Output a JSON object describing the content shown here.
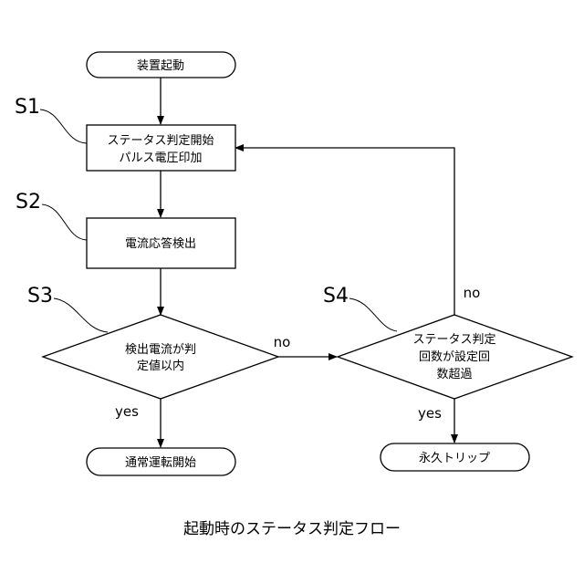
{
  "nodes": {
    "start": "装置起動",
    "s1_line1": "ステータス判定開始",
    "s1_line2": "パルス電圧印加",
    "s2": "電流応答検出",
    "s3_line1": "検出電流が判",
    "s3_line2": "定値以内",
    "s4_line1": "ステータス判定",
    "s4_line2": "回数が設定回",
    "s4_line3": "数超過",
    "end_normal": "通常運転開始",
    "end_trip": "永久トリップ"
  },
  "steps": {
    "s1": "S1",
    "s2": "S2",
    "s3": "S3",
    "s4": "S4"
  },
  "edges": {
    "s3_yes": "yes",
    "s3_no": "no",
    "s4_yes": "yes",
    "s4_no": "no"
  },
  "caption": "起動時のステータス判定フロー"
}
